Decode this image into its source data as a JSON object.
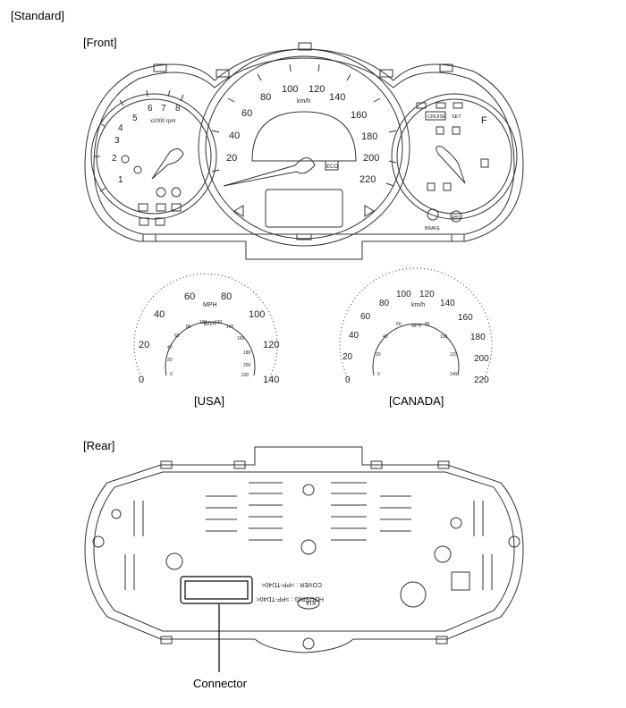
{
  "labels": {
    "standard": "[Standard]",
    "front": "[Front]",
    "usa": "[USA]",
    "canada": "[CANADA]",
    "rear": "[Rear]",
    "connector": "Connector"
  },
  "tachometer": {
    "unit": "x1000 rpm",
    "ticks": [
      "1",
      "2",
      "3",
      "4",
      "5",
      "6",
      "7",
      "8"
    ]
  },
  "speedometer": {
    "unit": "km/h",
    "ticks": [
      "20",
      "40",
      "60",
      "80",
      "100",
      "120",
      "140",
      "160",
      "180",
      "200",
      "220"
    ]
  },
  "usa_gauge": {
    "outer_unit": "MPH",
    "outer_ticks": [
      "0",
      "20",
      "40",
      "60",
      "80",
      "100",
      "120",
      "140"
    ],
    "inner_unit": "km/h",
    "inner_ticks": [
      "0",
      "20",
      "40",
      "60",
      "80",
      "100",
      "120",
      "140",
      "160",
      "180",
      "200",
      "220"
    ]
  },
  "canada_gauge": {
    "outer_unit": "km/h",
    "outer_ticks": [
      "0",
      "20",
      "40",
      "60",
      "80",
      "100",
      "120",
      "140",
      "160",
      "180",
      "200",
      "220"
    ],
    "inner_unit": "MPH",
    "inner_ticks": [
      "0",
      "20",
      "40",
      "60",
      "80",
      "100",
      "120",
      "140"
    ]
  },
  "indicators": {
    "cruise": "CRUISE",
    "set": "SET",
    "brake": "BRAKE",
    "abs": "ABS",
    "eco": "ECO",
    "f": "F"
  },
  "rear_text": {
    "housing": "HOUSING : >PP-TD40<",
    "cover": "COVER : >PP-TD40<",
    "logo": "KIA"
  }
}
